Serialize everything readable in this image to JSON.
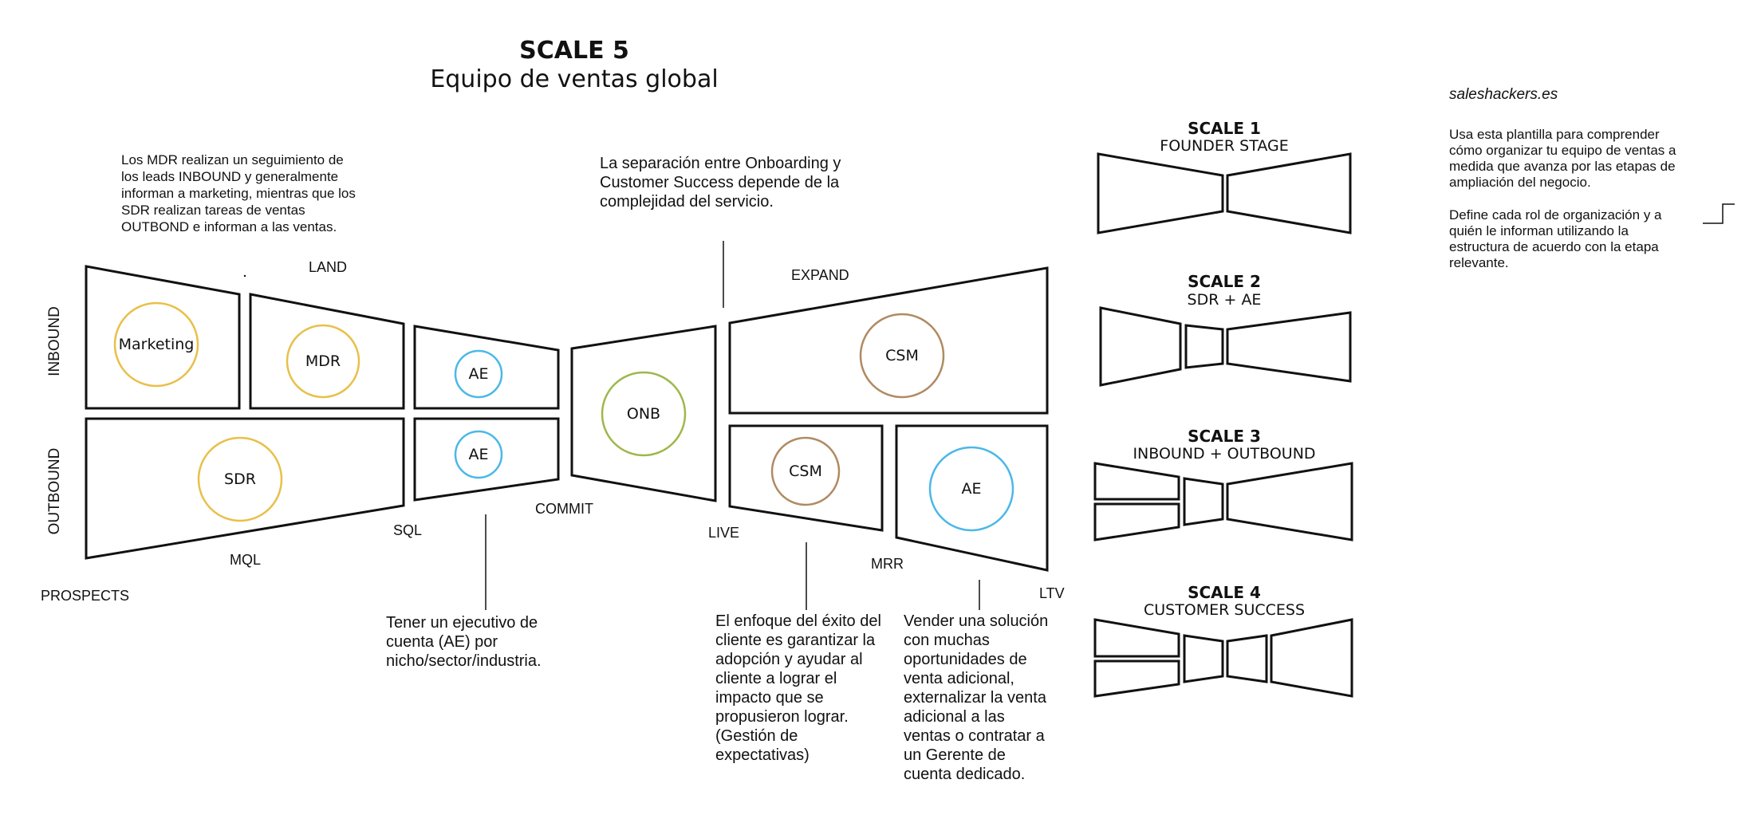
{
  "header": {
    "title": "SCALE 5",
    "subtitle": "Equipo de ventas global"
  },
  "row_labels": {
    "inbound": "INBOUND",
    "outbound": "OUTBOUND"
  },
  "stages": {
    "land": "LAND",
    "expand": "EXPAND",
    "mql": "MQL",
    "sql": "SQL",
    "commit": "COMMIT",
    "live": "LIVE",
    "mrr": "MRR",
    "ltv": "LTV",
    "prospects": "PROSPECTS"
  },
  "roles": {
    "marketing": "Marketing",
    "mdr": "MDR",
    "ae_inbound": "AE",
    "sdr": "SDR",
    "ae_outbound": "AE",
    "onb": "ONB",
    "csm_top": "CSM",
    "csm_bottom": "CSM",
    "ae_expand": "AE"
  },
  "role_colors": {
    "marketing": "#E8C04A",
    "mdr": "#E8C04A",
    "sdr": "#E8C04A",
    "ae": "#4BB8E8",
    "onb": "#9DB84A",
    "csm": "#B08A62"
  },
  "notes": {
    "mdr_note": "Los MDR realizan un seguimiento de\nlos leads INBOUND  y generalmente\ninforman a marketing, mientras que los\nSDR realizan tareas de ventas\nOUTBOND e informan a las ventas.",
    "onboarding_note": "La separación entre Onboarding y\nCustomer Success depende de la\ncomplejidad del servicio.",
    "ae_note": "Tener un ejecutivo de\ncuenta (AE) por\nnicho/sector/industria.",
    "cs_note": "El enfoque del éxito del\ncliente es garantizar la\nadopción y ayudar al\ncliente a lograr el\nimpacto que se\npropusieron lograr.\n(Gestión de\nexpectativas)",
    "upsell_note": "Vender una solución\ncon muchas\noportunidades de\nventa adicional,\nexternalizar la venta\nadicional a las\nventas o contratar a\nun Gerente de\ncuenta dedicado."
  },
  "side": {
    "brand": "saleshackers.es",
    "intro": "Usa esta plantilla para comprender\ncómo organizar tu equipo de ventas a\nmedida que avanza por las etapas de\nampliación del negocio.",
    "instructions": "Define cada rol de organización y a\nquién le informan utilizando la\nestructura de acuerdo con la etapa\nrelevante.",
    "scales": [
      {
        "title": "SCALE 1",
        "subtitle": "FOUNDER STAGE"
      },
      {
        "title": "SCALE 2",
        "subtitle": "SDR + AE"
      },
      {
        "title": "SCALE 3",
        "subtitle": "INBOUND + OUTBOUND"
      },
      {
        "title": "SCALE 4",
        "subtitle": "CUSTOMER SUCCESS"
      }
    ]
  }
}
